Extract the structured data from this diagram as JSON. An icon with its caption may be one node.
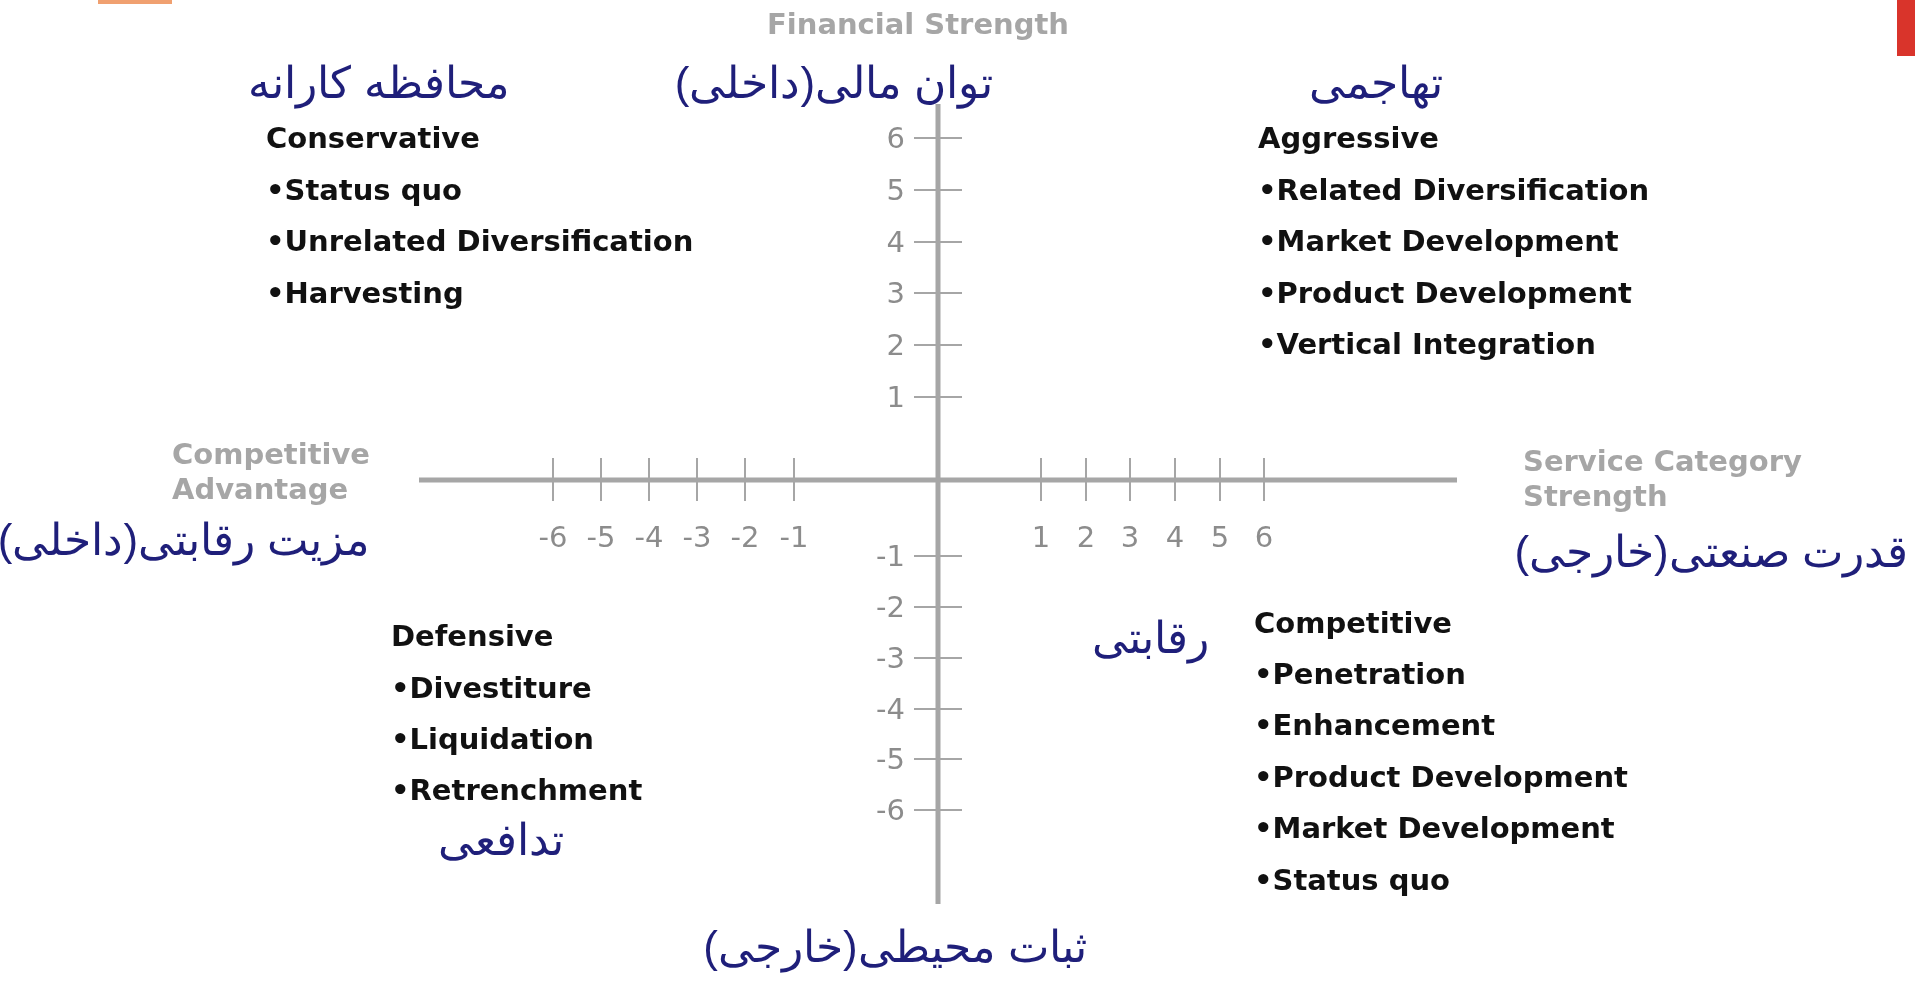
{
  "diagram": {
    "labels": [
      "Financial Strength",
      "محافظه کارانه",
      "توان مالی(داخلی)",
      "تهاجمی",
      "Conservative",
      "•Status quo",
      "•Unrelated Diversification",
      "•Harvesting",
      "Aggressive",
      "•Related Diversification",
      "•Market Development",
      "•Product Development",
      "•Vertical Integration",
      "6",
      "5",
      "4",
      "3",
      "2",
      "1",
      "Competitive Advantage",
      "Service Category Strength",
      "مزیت رقابتی(داخلی)",
      "-6",
      "-5",
      "-4",
      "-3",
      "-2",
      "-1",
      "1",
      "2",
      "3",
      "4",
      "5",
      "6",
      "قدرت صنعتی(خارجی)",
      "-1",
      "-2",
      "-3",
      "-4",
      "-5",
      "-6",
      "رقابتی",
      "Competitive",
      "•Penetration",
      "•Enhancement",
      "•Product Development",
      "•Market Development",
      "•Status quo",
      "Defensive",
      "•Divestiture",
      "•Liquidation",
      "•Retrenchment",
      "تدافعی",
      "ثبات محیطی(خارجی)"
    ]
  }
}
